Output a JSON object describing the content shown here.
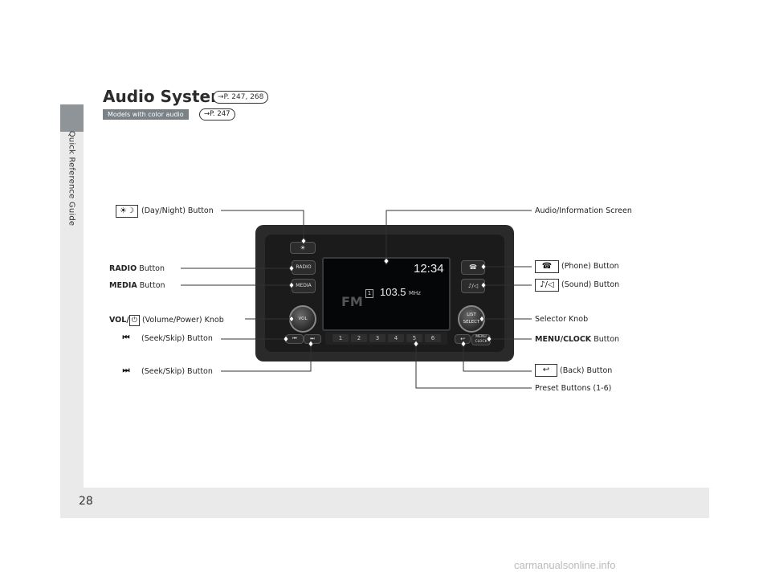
{
  "sidebar": {
    "label": "Quick Reference Guide"
  },
  "page": {
    "number": "28"
  },
  "header": {
    "title": "Audio System",
    "title_ref": "→P. 247, 268",
    "models_badge": "Models with color audio",
    "models_ref": "→P. 247"
  },
  "unit": {
    "screen_time": "12:34",
    "screen_freq": "103.5",
    "screen_freq_unit": "MHz",
    "screen_band": "FM",
    "screen_channel": "1",
    "preset_labels": [
      "1",
      "2",
      "3",
      "4",
      "5",
      "6"
    ],
    "radio_btn": "RADIO",
    "media_btn": "MEDIA",
    "vol_knob": "VOL",
    "select_knob": "LIST SELECT",
    "menu_btn": "MENU CLOCK"
  },
  "callouts": {
    "day_night": "(Day/Night) Button",
    "audio_screen": "Audio/Information Screen",
    "radio_bold": "RADIO",
    "radio_rest": " Button",
    "phone": "(Phone) Button",
    "media_bold": "MEDIA",
    "media_rest": " Button",
    "sound": "(Sound) Button",
    "vol_bold": "VOL/",
    "vol_rest": " (Volume/Power) Knob",
    "selector": "Selector Knob",
    "seek_back": "(Seek/Skip) Button",
    "menu_bold": "MENU/CLOCK",
    "menu_rest": " Button",
    "seek_fwd": "(Seek/Skip) Button",
    "back": "(Back) Button",
    "presets": "Preset Buttons (1-6)"
  },
  "icons": {
    "day_night": "☀☽",
    "phone": "☎",
    "sound": "♪/◁",
    "power": "⏻",
    "seek_back": "⏮",
    "seek_fwd": "⏭",
    "back": "↩"
  },
  "watermark": "carmanualsonline.info"
}
